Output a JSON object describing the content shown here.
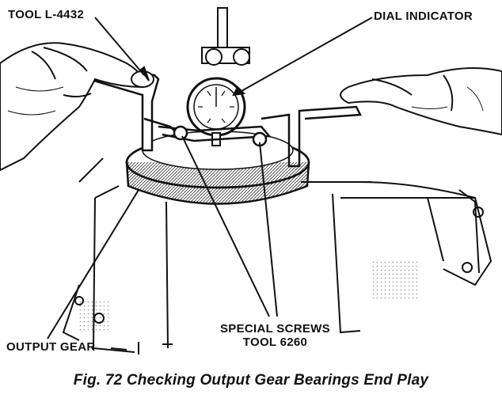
{
  "figure": {
    "labels": {
      "tool_l": "TOOL L-4432",
      "dial_indicator": "DIAL INDICATOR",
      "output_gear": "OUTPUT GEAR",
      "special_screws_line1": "SPECIAL SCREWS",
      "special_screws_line2": "TOOL 6260"
    },
    "caption": "Fig. 72 Checking Output Gear Bearings End Play"
  },
  "colors": {
    "ink": "#111111",
    "paper": "#ffffff",
    "shade": "#cfcfcf"
  }
}
